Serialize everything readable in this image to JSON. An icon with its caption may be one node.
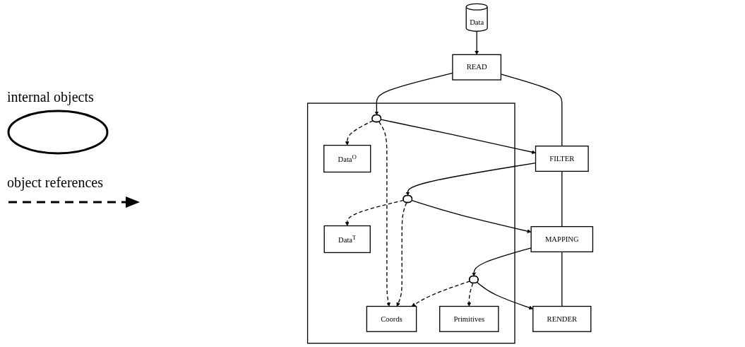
{
  "diagram": {
    "nodes": [
      {
        "text": [
          "Data"
        ]
      },
      {
        "text": [
          "READ"
        ]
      },
      {
        "text": [
          "FILTER"
        ]
      },
      {
        "text": [
          "MAPPING"
        ]
      },
      {
        "text": [
          "RENDER"
        ]
      },
      {
        "text": [],
        "shape": "box"
      },
      {
        "text": [],
        "shape": "ellipse",
        "in": 5
      },
      {
        "text": [],
        "shape": "ellipse",
        "in": 5
      },
      {
        "text": [],
        "shape": "ellipse",
        "in": 5
      },
      {
        "text": [
          "Data$^{O}$"
        ],
        "in": 5
      },
      {
        "text": [
          "Coords"
        ],
        "in": 5
      },
      {
        "text": [
          "Data$^{T}$"
        ],
        "in": 5
      },
      {
        "text": [
          "Primitives"
        ],
        "in": 5
      }
    ],
    "edges": [
      {
        "from": 0,
        "to": 1,
        "arrow": "to"
      },
      {
        "from": 1,
        "to": 2,
        "arrow": "none"
      },
      {
        "from": 1,
        "to": 6,
        "arrow": "to"
      },
      {
        "from": 6,
        "to": 2,
        "arrow": "to"
      },
      {
        "from": 2,
        "to": 3,
        "arrow": "none"
      },
      {
        "from": 2,
        "to": 7,
        "arrow": "to"
      },
      {
        "from": 7,
        "to": 3,
        "arrow": "to"
      },
      {
        "from": 3,
        "to": 4,
        "arrow": "none"
      },
      {
        "from": 3,
        "to": 8,
        "arrow": "to"
      },
      {
        "from": 8,
        "to": 4,
        "arrow": "to"
      },
      {
        "from": 6,
        "to": 9,
        "arrow": "to",
        "style": "dashed"
      },
      {
        "from": 6,
        "to": 10,
        "arrow": "to",
        "style": "dashed"
      },
      {
        "from": 7,
        "to": 10,
        "arrow": "to",
        "style": "dashed"
      },
      {
        "from": 7,
        "to": 11,
        "arrow": "to",
        "style": "dashed"
      },
      {
        "from": 8,
        "to": 10,
        "arrow": "to",
        "style": "dashed"
      },
      {
        "from": 8,
        "to": 12,
        "arrow": "to",
        "style": "dashed"
      }
    ],
    "legend": [
      {
        "text": "internal objects"
      },
      {
        "text": "object references"
      }
    ]
  }
}
